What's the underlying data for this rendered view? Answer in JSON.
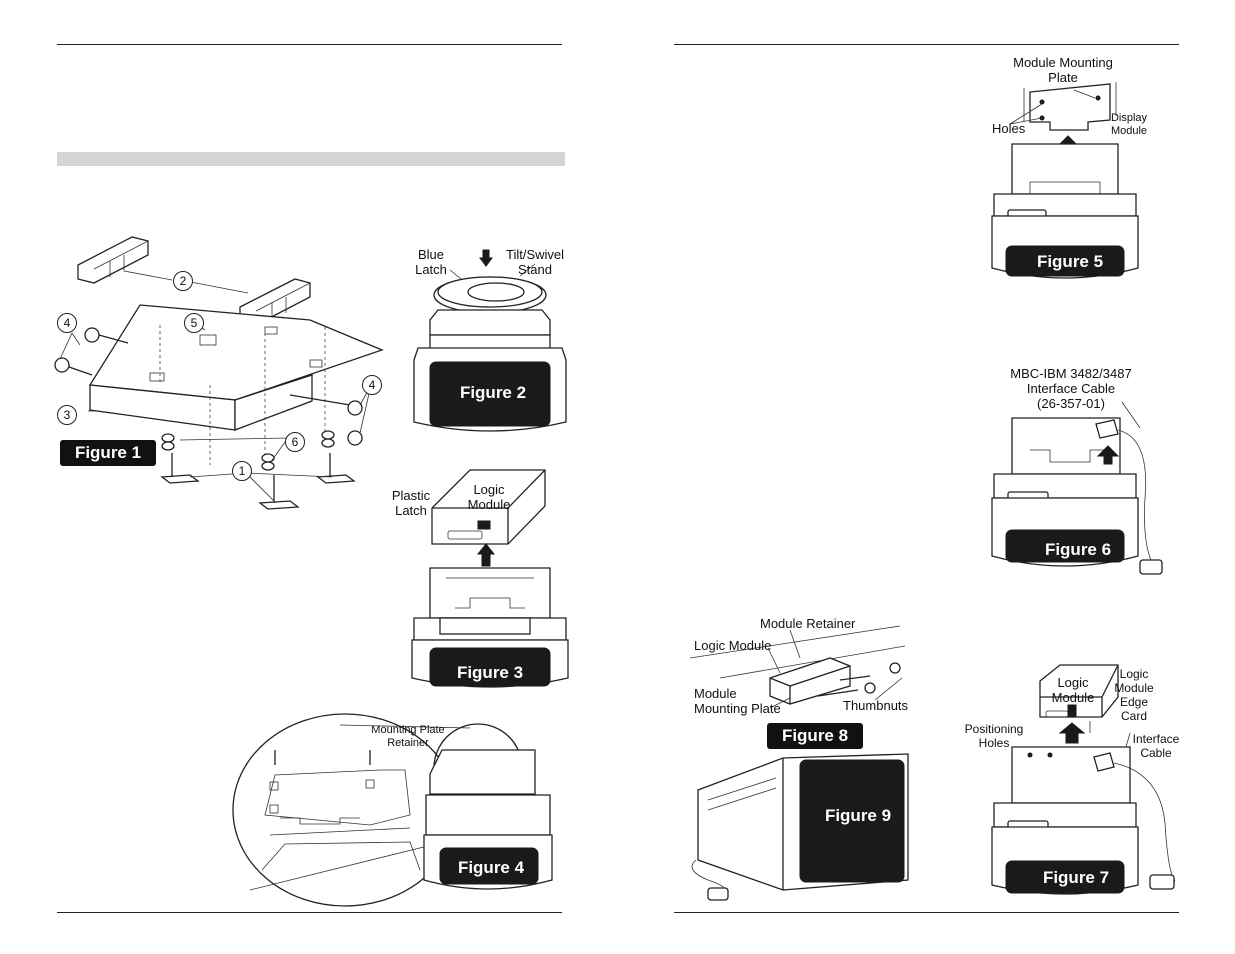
{
  "figures": {
    "fig1": {
      "caption": "Figure 1",
      "callouts": [
        "1",
        "2",
        "3",
        "4",
        "4",
        "5",
        "6"
      ]
    },
    "fig2": {
      "caption": "Figure 2",
      "labels": {
        "blue_latch": "Blue\nLatch",
        "tilt_swivel": "Tilt/Swivel\nStand"
      }
    },
    "fig3": {
      "caption": "Figure 3",
      "labels": {
        "plastic_latch": "Plastic\nLatch",
        "logic_module": "Logic\nModule"
      }
    },
    "fig4": {
      "caption": "Figure 4",
      "labels": {
        "mounting_plate_retainer": "Mounting Plate\nRetainer"
      }
    },
    "fig5": {
      "caption": "Figure 5",
      "labels": {
        "module_mounting_plate": "Module Mounting\nPlate",
        "holes": "Holes",
        "display_module": "Display\nModule"
      }
    },
    "fig6": {
      "caption": "Figure 6",
      "labels": {
        "interface_cable": "MBC-IBM 3482/3487\nInterface Cable\n(26-357-01)"
      }
    },
    "fig7": {
      "caption": "Figure 7",
      "labels": {
        "logic_module": "Logic\nModule",
        "edge_card": "Logic\nModule\nEdge\nCard",
        "positioning_holes": "Positioning\nHoles",
        "interface_cable": "Interface\nCable"
      }
    },
    "fig8": {
      "caption": "Figure 8",
      "labels": {
        "module_retainer": "Module Retainer",
        "logic_module": "Logic Module",
        "module_mounting_plate": "Module\nMounting Plate",
        "thumbnuts": "Thumbnuts"
      }
    },
    "fig9": {
      "caption": "Figure 9"
    }
  }
}
